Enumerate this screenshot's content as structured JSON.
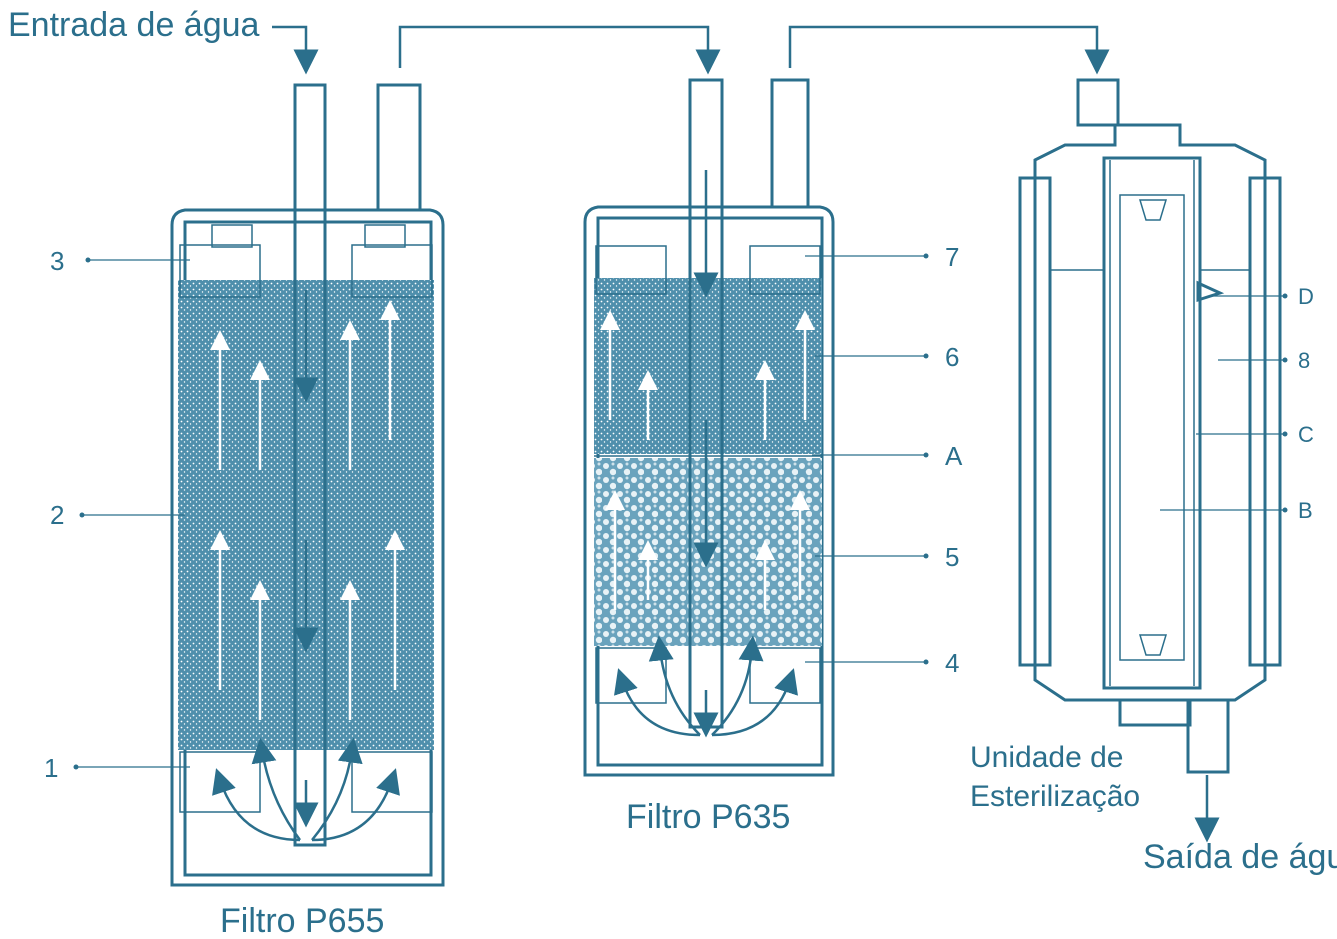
{
  "colors": {
    "line": "#2b6f8c",
    "media": "#4f8fac",
    "background": "#ffffff"
  },
  "labels": {
    "water_in": "Entrada de água",
    "water_out": "Saída de água",
    "filter1": "Filtro P655",
    "filter2": "Filtro P635",
    "sterilizer_line1": "Unidade de",
    "sterilizer_line2": "Esterilização"
  },
  "callouts": {
    "c1": "1",
    "c2": "2",
    "c3": "3",
    "c4": "4",
    "c5": "5",
    "c6": "6",
    "c7": "7",
    "cA": "A",
    "cB": "B",
    "cC": "C",
    "cD": "D",
    "c8": "8"
  }
}
